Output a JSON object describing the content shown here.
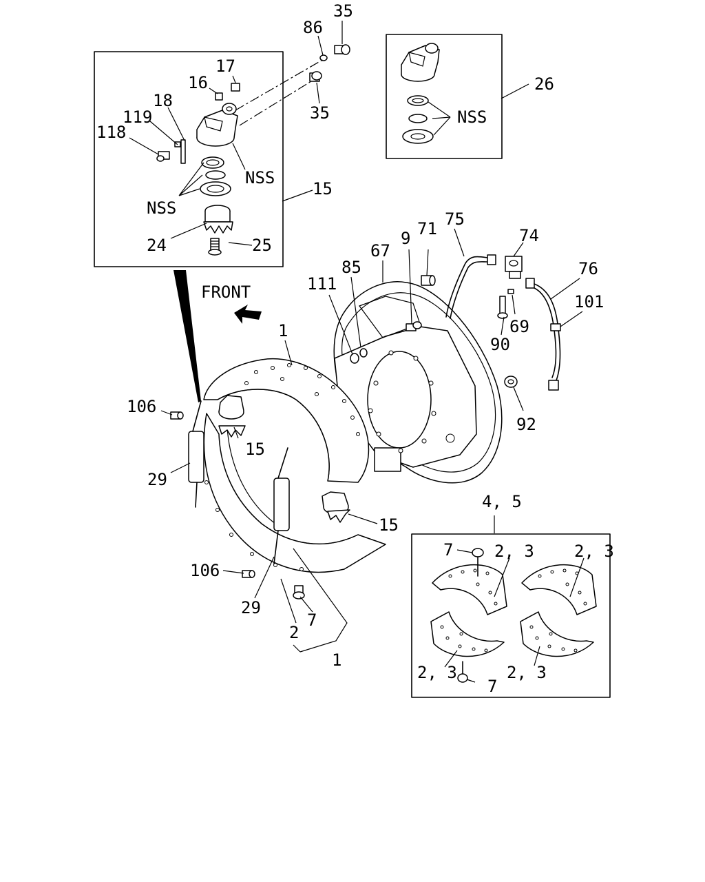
{
  "diagram": {
    "direction_label": "FRONT",
    "callouts": {
      "c35a": "35",
      "c86": "86",
      "c17": "17",
      "c16": "16",
      "c18": "18",
      "c119": "119",
      "c118": "118",
      "c35b": "35",
      "nss1": "NSS",
      "nss2": "NSS",
      "c15a": "15",
      "c24": "24",
      "c25": "25",
      "c26": "26",
      "nss3": "NSS",
      "c75": "75",
      "c71": "71",
      "c9": "9",
      "c67": "67",
      "c74": "74",
      "c85": "85",
      "c111": "111",
      "c76": "76",
      "c101": "101",
      "c69": "69",
      "c90": "90",
      "c1a": "1",
      "c106a": "106",
      "c15b": "15",
      "c29a": "29",
      "c92": "92",
      "c45": "4, 5",
      "c15c": "15",
      "c7a": "7",
      "c23a": "2, 3",
      "c23b": "2, 3",
      "c106b": "106",
      "c29b": "29",
      "c2": "2",
      "c7b": "7",
      "c1b": "1",
      "c23c": "2, 3",
      "c23d": "2, 3",
      "c7c": "7"
    }
  }
}
